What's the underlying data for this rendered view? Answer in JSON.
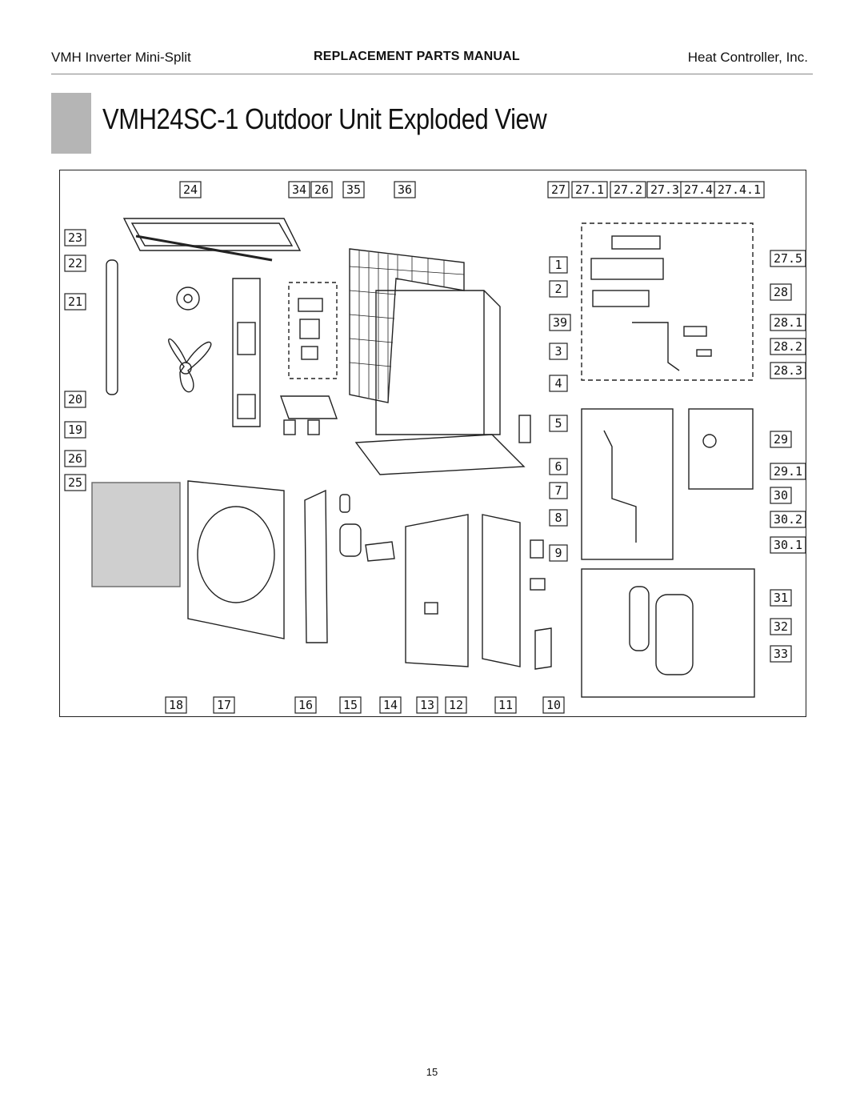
{
  "header": {
    "left": "VMH Inverter Mini-Split",
    "center": "REPLACEMENT PARTS MANUAL",
    "right": "Heat Controller, Inc."
  },
  "title": "VMH24SC-1 Outdoor Unit Exploded View",
  "diagram": {
    "top_labels": [
      "24",
      "34",
      "26",
      "35",
      "36",
      "27",
      "27.1",
      "27.2",
      "27.3",
      "27.4",
      "27.4.1"
    ],
    "left_labels": [
      "23",
      "22",
      "21",
      "20",
      "19",
      "26",
      "25"
    ],
    "middle_right_labels": [
      "1",
      "2",
      "39",
      "3",
      "4",
      "5",
      "6",
      "7",
      "8",
      "9"
    ],
    "right_labels": [
      "27.5",
      "28",
      "28.1",
      "28.2",
      "28.3",
      "29",
      "29.1",
      "30",
      "30.2",
      "30.1",
      "31",
      "32",
      "33"
    ],
    "bottom_labels": [
      "18",
      "17",
      "16",
      "15",
      "14",
      "13",
      "12",
      "11",
      "10"
    ]
  },
  "page_number": "15"
}
